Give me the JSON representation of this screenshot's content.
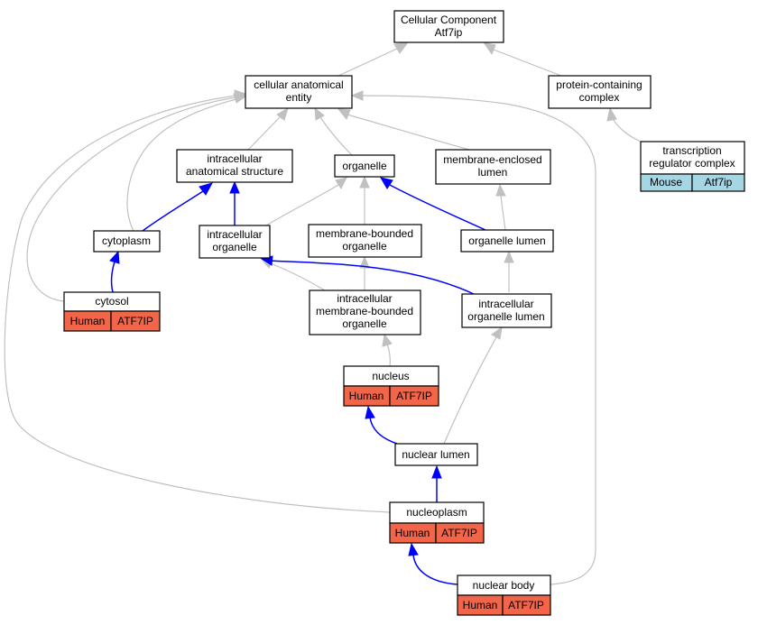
{
  "colors": {
    "human": "#f26549",
    "mouse": "#a6d6e3",
    "is_a_edge": "#c0c0c0",
    "part_of_edge": "#0000ff"
  },
  "nodes": {
    "root": {
      "lines": [
        "Cellular Component",
        "Atf7ip"
      ]
    },
    "cae": {
      "lines": [
        "cellular anatomical",
        "entity"
      ]
    },
    "pcc": {
      "lines": [
        "protein-containing",
        "complex"
      ]
    },
    "trc": {
      "lines": [
        "transcription",
        "regulator complex"
      ],
      "species": "Mouse",
      "gene": "Atf7ip"
    },
    "ias": {
      "lines": [
        "intracellular",
        "anatomical structure"
      ]
    },
    "org": {
      "lines": [
        "organelle"
      ]
    },
    "mel": {
      "lines": [
        "membrane-enclosed",
        "lumen"
      ]
    },
    "cyto": {
      "lines": [
        "cytoplasm"
      ]
    },
    "ico": {
      "lines": [
        "intracellular",
        "organelle"
      ]
    },
    "mbo": {
      "lines": [
        "membrane-bounded",
        "organelle"
      ]
    },
    "ol": {
      "lines": [
        "organelle lumen"
      ]
    },
    "cytosol": {
      "lines": [
        "cytosol"
      ],
      "species": "Human",
      "gene": "ATF7IP"
    },
    "imbo": {
      "lines": [
        "intracellular",
        "membrane-bounded",
        "organelle"
      ]
    },
    "iol": {
      "lines": [
        "intracellular",
        "organelle lumen"
      ]
    },
    "nuc": {
      "lines": [
        "nucleus"
      ],
      "species": "Human",
      "gene": "ATF7IP"
    },
    "nl": {
      "lines": [
        "nuclear lumen"
      ]
    },
    "np": {
      "lines": [
        "nucleoplasm"
      ],
      "species": "Human",
      "gene": "ATF7IP"
    },
    "nb": {
      "lines": [
        "nuclear body"
      ],
      "species": "Human",
      "gene": "ATF7IP"
    }
  }
}
